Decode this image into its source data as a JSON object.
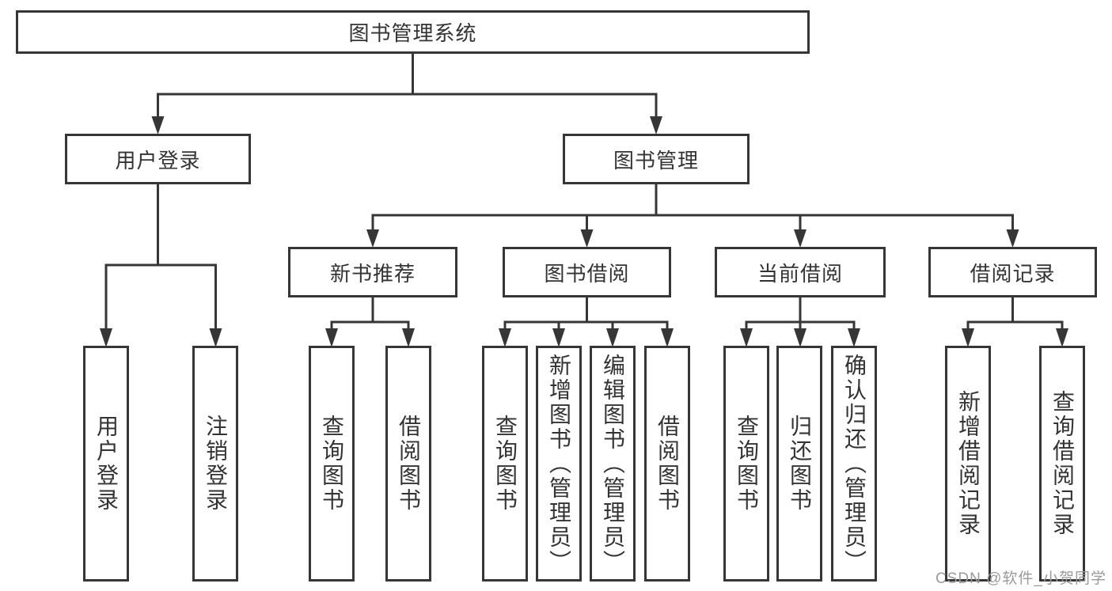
{
  "diagram": {
    "title": "图书管理系统",
    "root": {
      "label": "图书管理系统"
    },
    "level1": [
      {
        "label": "用户登录",
        "parent": "图书管理系统"
      },
      {
        "label": "图书管理",
        "parent": "图书管理系统"
      }
    ],
    "level2": [
      {
        "label": "新书推荐",
        "parent": "图书管理"
      },
      {
        "label": "图书借阅",
        "parent": "图书管理"
      },
      {
        "label": "当前借阅",
        "parent": "图书管理"
      },
      {
        "label": "借阅记录",
        "parent": "图书管理"
      }
    ],
    "leaves": [
      {
        "label": "用户登录",
        "parent": "用户登录"
      },
      {
        "label": "注销登录",
        "parent": "用户登录"
      },
      {
        "label": "查询图书",
        "parent": "新书推荐"
      },
      {
        "label": "借阅图书",
        "parent": "新书推荐"
      },
      {
        "label": "查询图书",
        "parent": "图书借阅"
      },
      {
        "label": "新增图书（管理员）",
        "parent": "图书借阅"
      },
      {
        "label": "编辑图书（管理员）",
        "parent": "图书借阅"
      },
      {
        "label": "借阅图书",
        "parent": "图书借阅"
      },
      {
        "label": "查询图书",
        "parent": "当前借阅"
      },
      {
        "label": "归还图书",
        "parent": "当前借阅"
      },
      {
        "label": "确认归还（管理员）",
        "parent": "当前借阅"
      },
      {
        "label": "新增借阅记录",
        "parent": "借阅记录"
      },
      {
        "label": "查询借阅记录",
        "parent": "借阅记录"
      }
    ]
  },
  "watermark": {
    "text": "CSDN @软件_小贺同学"
  },
  "colors": {
    "line": "#363636",
    "text": "#333333",
    "background": "#ffffff",
    "watermark": "#9a9a9a"
  }
}
